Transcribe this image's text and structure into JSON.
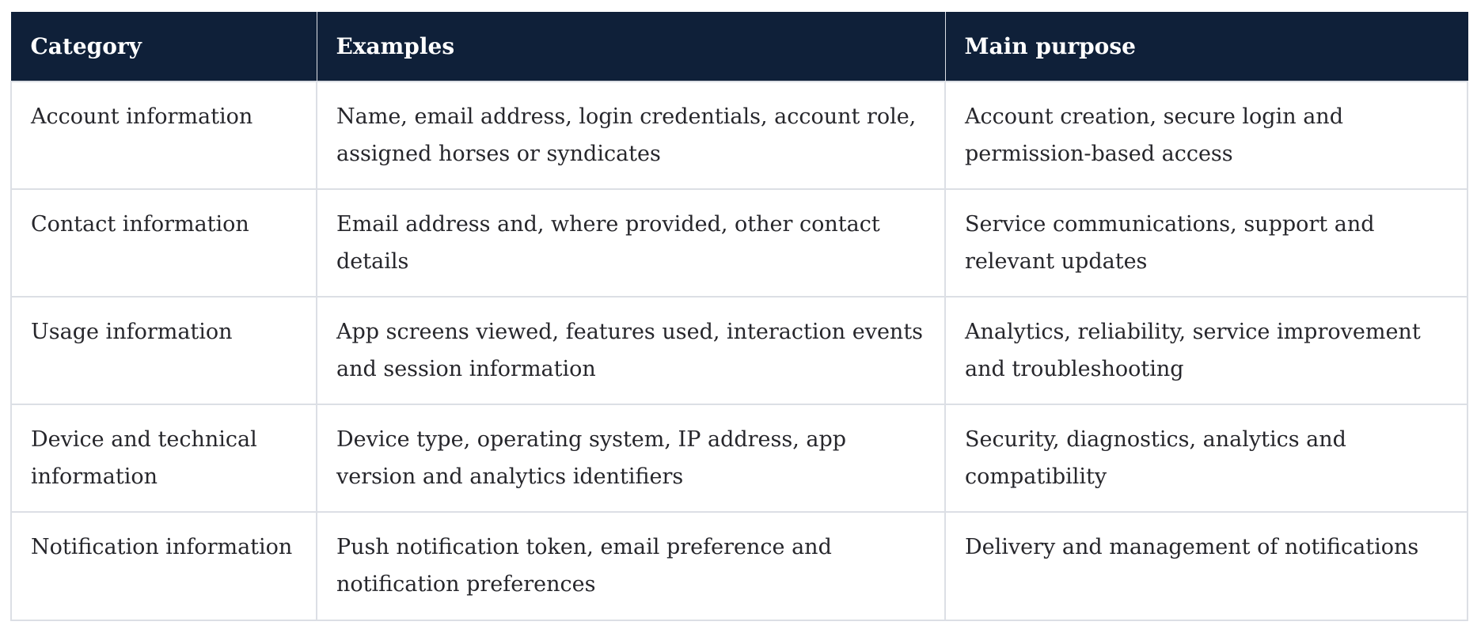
{
  "table": {
    "headers": [
      "Category",
      "Examples",
      "Main purpose"
    ],
    "rows": [
      [
        "Account information",
        "Name, email address, login credentials, account role, assigned horses or syndicates",
        "Account creation, secure login and permission-based access"
      ],
      [
        "Contact information",
        "Email address and, where provided, other contact details",
        "Service communications, support and relevant updates"
      ],
      [
        "Usage information",
        "App screens viewed, features used, interaction events and session information",
        "Analytics, reliability, service improvement and troubleshooting"
      ],
      [
        "Device and technical information",
        "Device type, operating system, IP address, app version and analytics identifiers",
        "Security, diagnostics, analytics and compatibility"
      ],
      [
        "Notification information",
        "Push notification token, email preference and notification preferences",
        "Delivery and management of notifications"
      ]
    ]
  },
  "colors": {
    "header_background": "#0f2039",
    "header_text": "#ffffff",
    "body_text": "#26262b",
    "border": "#dcdfe5"
  }
}
